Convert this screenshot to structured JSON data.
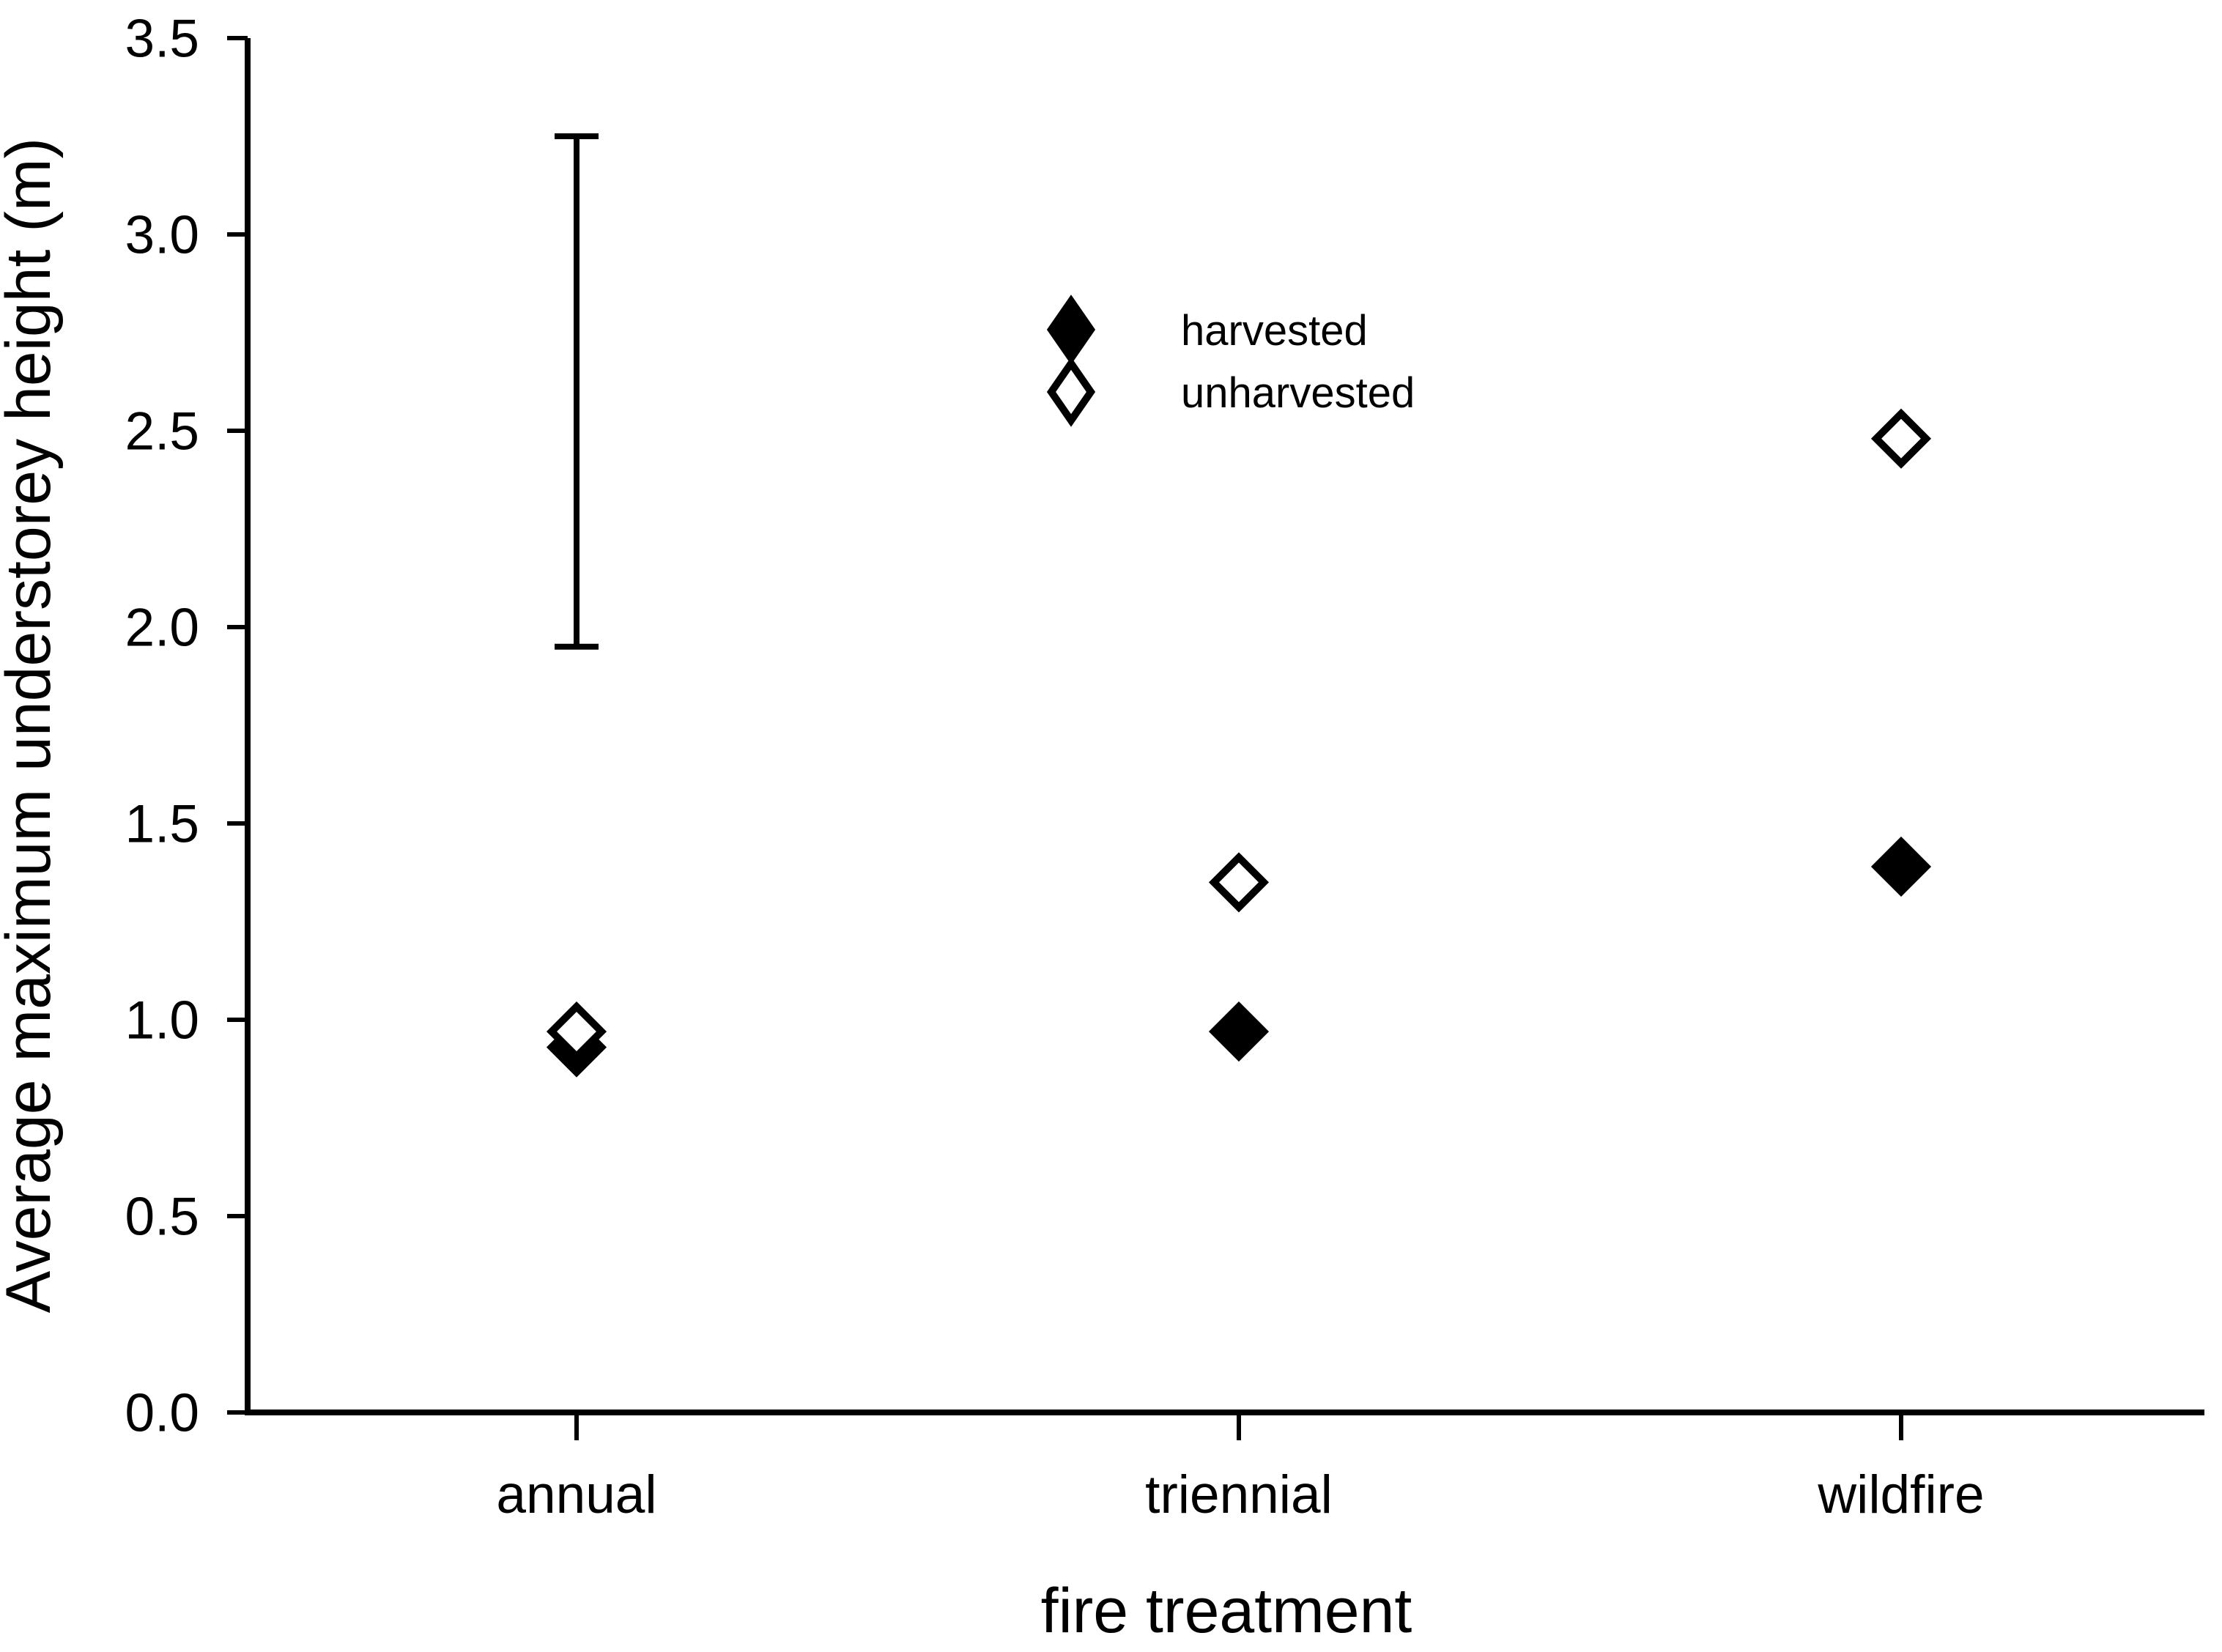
{
  "chart_data": {
    "type": "scatter",
    "title": "",
    "xlabel": "fire treatment",
    "ylabel": "Average maximum understorey height (m)",
    "categories": [
      "annual",
      "triennial",
      "wildfire"
    ],
    "ytick_labels": [
      "0.0",
      "0.5",
      "1.0",
      "1.5",
      "2.0",
      "2.5",
      "3.0",
      "3.5"
    ],
    "ylim": [
      0.0,
      3.5
    ],
    "grid": false,
    "legend": {
      "position": "upper-middle",
      "entries": [
        {
          "label": "harvested",
          "marker": "filled-diamond"
        },
        {
          "label": "unharvested",
          "marker": "open-diamond"
        }
      ]
    },
    "series": [
      {
        "name": "harvested",
        "marker": "filled-diamond",
        "values": [
          0.93,
          0.97,
          1.39
        ]
      },
      {
        "name": "unharvested",
        "marker": "open-diamond",
        "values": [
          0.97,
          1.35,
          2.48
        ]
      }
    ],
    "error_bar": {
      "category": "annual",
      "low": 1.95,
      "high": 3.25
    },
    "colors": {
      "foreground": "#000000",
      "background": "#ffffff"
    }
  }
}
